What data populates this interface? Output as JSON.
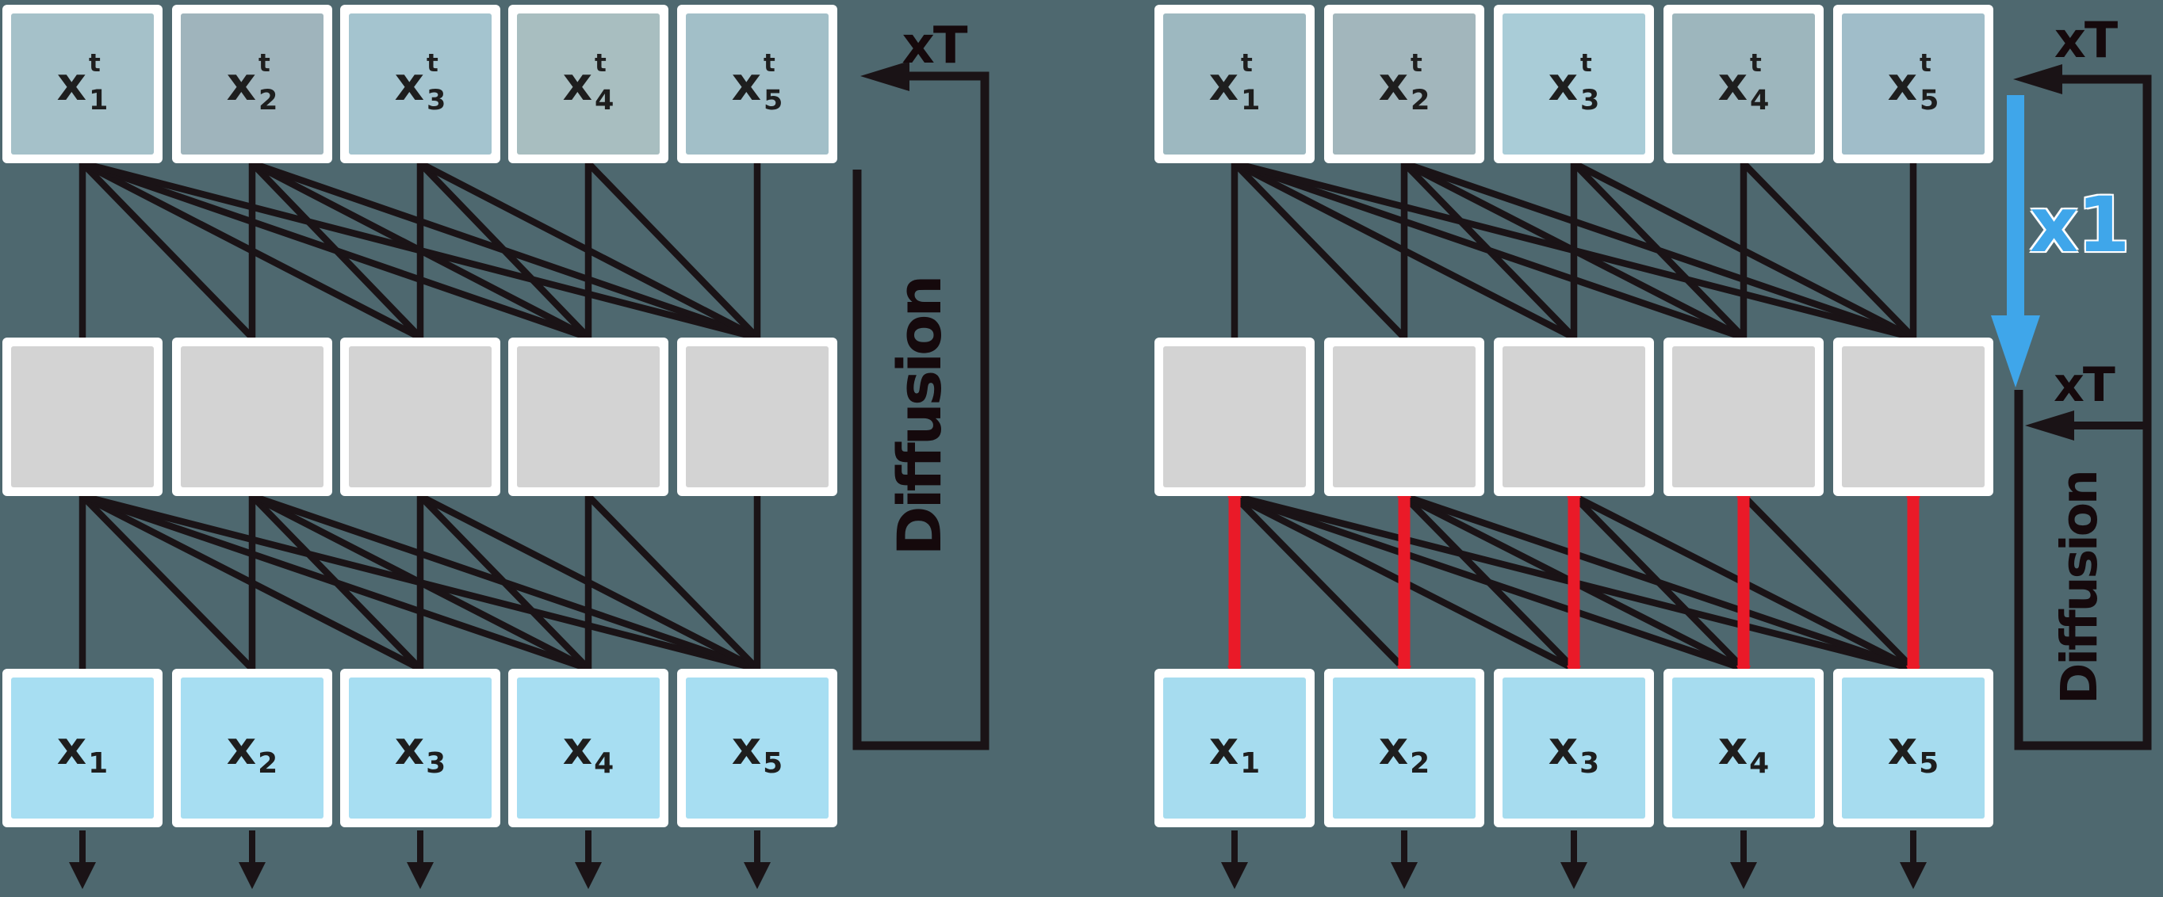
{
  "colors": {
    "background": "#4e686f",
    "line_black": "#1a1316",
    "connection_red": "#ea1a28",
    "skip_blue": "#3fa6ea",
    "box_border_white": "#ffffff",
    "middle_box_gray": "#d3d3d3",
    "label_dark": "#1e1e1e"
  },
  "left_diagram": {
    "top_row": {
      "boxes": [
        {
          "base": "x",
          "sup": "t",
          "sub": "1",
          "fill": "#a5c1c9"
        },
        {
          "base": "x",
          "sup": "t",
          "sub": "2",
          "fill": "#9fb4bc"
        },
        {
          "base": "x",
          "sup": "t",
          "sub": "3",
          "fill": "#a4c4cf"
        },
        {
          "base": "x",
          "sup": "t",
          "sub": "4",
          "fill": "#a8bec0"
        },
        {
          "base": "x",
          "sup": "t",
          "sub": "5",
          "fill": "#a2bfc8"
        }
      ]
    },
    "middle_row": {
      "boxes": [
        {
          "fill": "#d3d3d3"
        },
        {
          "fill": "#d3d3d3"
        },
        {
          "fill": "#d3d3d3"
        },
        {
          "fill": "#d3d3d3"
        },
        {
          "fill": "#d3d3d3"
        }
      ]
    },
    "bottom_row": {
      "boxes": [
        {
          "base": "x",
          "sub": "1",
          "fill": "#a7def2"
        },
        {
          "base": "x",
          "sub": "2",
          "fill": "#a7def2"
        },
        {
          "base": "x",
          "sub": "3",
          "fill": "#a7def2"
        },
        {
          "base": "x",
          "sub": "4",
          "fill": "#a7def2"
        },
        {
          "base": "x",
          "sub": "5",
          "fill": "#a7def2"
        }
      ]
    },
    "loop": {
      "repeat_label": "xT",
      "process_label": "Diffusion"
    }
  },
  "right_diagram": {
    "top_row": {
      "boxes": [
        {
          "base": "x",
          "sup": "t",
          "sub": "1",
          "fill": "#9db8c0"
        },
        {
          "base": "x",
          "sup": "t",
          "sub": "2",
          "fill": "#a2b6bc"
        },
        {
          "base": "x",
          "sup": "t",
          "sub": "3",
          "fill": "#a9ccd7"
        },
        {
          "base": "x",
          "sup": "t",
          "sub": "4",
          "fill": "#9db6bd"
        },
        {
          "base": "x",
          "sup": "t",
          "sub": "5",
          "fill": "#a0bdc9"
        }
      ]
    },
    "middle_row": {
      "boxes": [
        {
          "fill": "#d3d3d3"
        },
        {
          "fill": "#d3d3d3"
        },
        {
          "fill": "#d3d3d3"
        },
        {
          "fill": "#d3d3d3"
        },
        {
          "fill": "#d3d3d3"
        }
      ]
    },
    "bottom_row": {
      "boxes": [
        {
          "base": "x",
          "sub": "1",
          "fill": "#a6dcef"
        },
        {
          "base": "x",
          "sub": "2",
          "fill": "#a6dcef"
        },
        {
          "base": "x",
          "sub": "3",
          "fill": "#a6dcef"
        },
        {
          "base": "x",
          "sub": "4",
          "fill": "#a6dcef"
        },
        {
          "base": "x",
          "sub": "5",
          "fill": "#a6dcef"
        }
      ]
    },
    "loop": {
      "repeat_label": "xT",
      "repeat_label_2": "xT",
      "process_label": "Diffusion"
    },
    "skip": {
      "label": "x1"
    }
  }
}
